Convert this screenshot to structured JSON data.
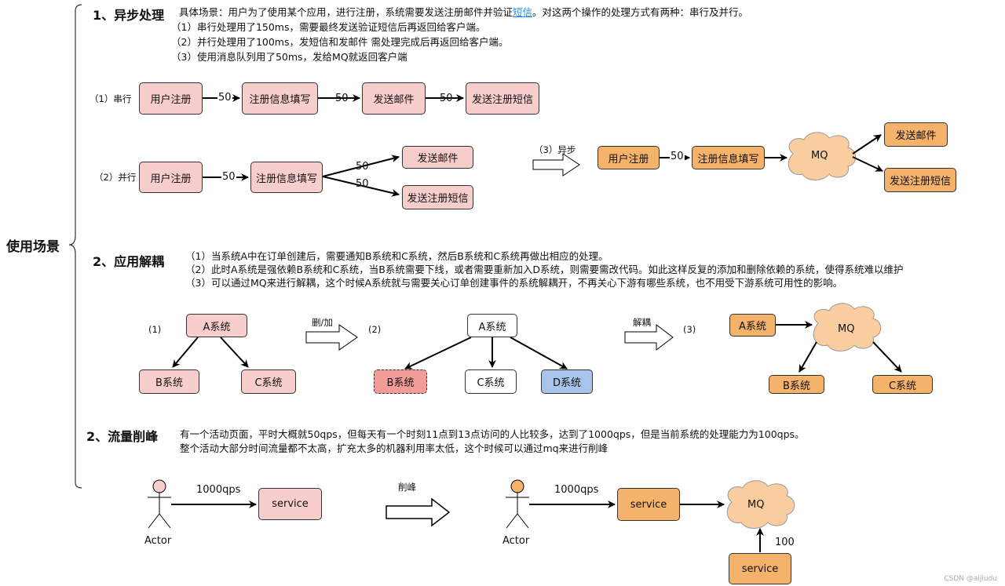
{
  "root": {
    "title": "使用场景"
  },
  "sections": {
    "async": {
      "title": "1、异步处理",
      "intro_before_link": "具体场景：用户为了使用某个应用，进行注册，系统需要发送注册邮件并验证",
      "intro_link": "短信",
      "intro_after_link": "。对这两个操作的处理方式有两种：串行及并行。",
      "points": [
        "（1）串行处理用了150ms，需要最终发送验证短信后再返回给客户端。",
        "（2）并行处理用了100ms，发短信和发邮件 需处理完成后再返回给客户端。",
        "（3）使用消息队列用了50ms，发给MQ就返回客户端"
      ],
      "serial": {
        "label": "（1）串行",
        "nodes": [
          "用户注册",
          "注册信息填写",
          "发送邮件",
          "发送注册短信"
        ],
        "edge_labels": [
          "50",
          "50",
          "50"
        ]
      },
      "parallel": {
        "label": "（2）并行",
        "nodes": [
          "用户注册",
          "注册信息填写",
          "发送邮件",
          "发送注册短信"
        ],
        "edge_labels": [
          "50",
          "50",
          "50"
        ]
      },
      "mq_flow": {
        "label": "（3）异步",
        "nodes": [
          "用户注册",
          "注册信息填写",
          "MQ",
          "发送邮件",
          "发送注册短信"
        ],
        "edge_labels": [
          "50"
        ]
      }
    },
    "decouple": {
      "title": "2、应用解耦",
      "points": [
        "（1）当系统A中在订单创建后，需要通知B系统和C系统，然后B系统和C系统再做出相应的处理。",
        "（2）此时A系统是强依赖B系统和C系统，当B系统需要下线，或者需要重新加入D系统，则需要需改代码。如此这样反复的添加和删除依赖的系统，使得系统难以维护",
        "（3）可以通过MQ来进行解耦，这个时候A系统就与需要关心订单创建事件的系统解耦开，不再关心下游有哪些系统，也不用受下游系统可用性的影响。"
      ],
      "d1": {
        "label": "(1)",
        "nodes": [
          "A系统",
          "B系统",
          "C系统"
        ]
      },
      "arrow1_label": "删/加",
      "d2": {
        "label": "(2)",
        "nodes": [
          "A系统",
          "B系统",
          "C系统",
          "D系统"
        ]
      },
      "arrow2_label": "解耦",
      "d3": {
        "label": "(3)",
        "nodes": [
          "A系统",
          "MQ",
          "B系统",
          "C系统"
        ]
      }
    },
    "peak": {
      "title": "2、流量削峰",
      "lines": [
        "有一个活动页面，平时大概就50qps，但每天有一个时刻11点到13点访问的人比较多，达到了1000qps，但是当前系统的处理能力为100qps。",
        "整个活动大部分时间流量都不太高，扩充太多的机器利用率太低，这个时候可以通过mq来进行削峰"
      ],
      "left": {
        "actor": "Actor",
        "rate": "1000qps",
        "service": "service"
      },
      "arrow_label": "削峰",
      "right": {
        "actor": "Actor",
        "rate": "1000qps",
        "service": "service",
        "mq": "MQ",
        "consumer_rate": "100",
        "consumer": "service"
      }
    }
  },
  "colors": {
    "pink": "#f8cecc",
    "orange": "#f4b26b",
    "cloud": "#f9cd9f",
    "red": "#f19c99",
    "blue": "#a9c4eb",
    "link": "#2a8ae2"
  },
  "watermark": "CSDN @aijiudu"
}
